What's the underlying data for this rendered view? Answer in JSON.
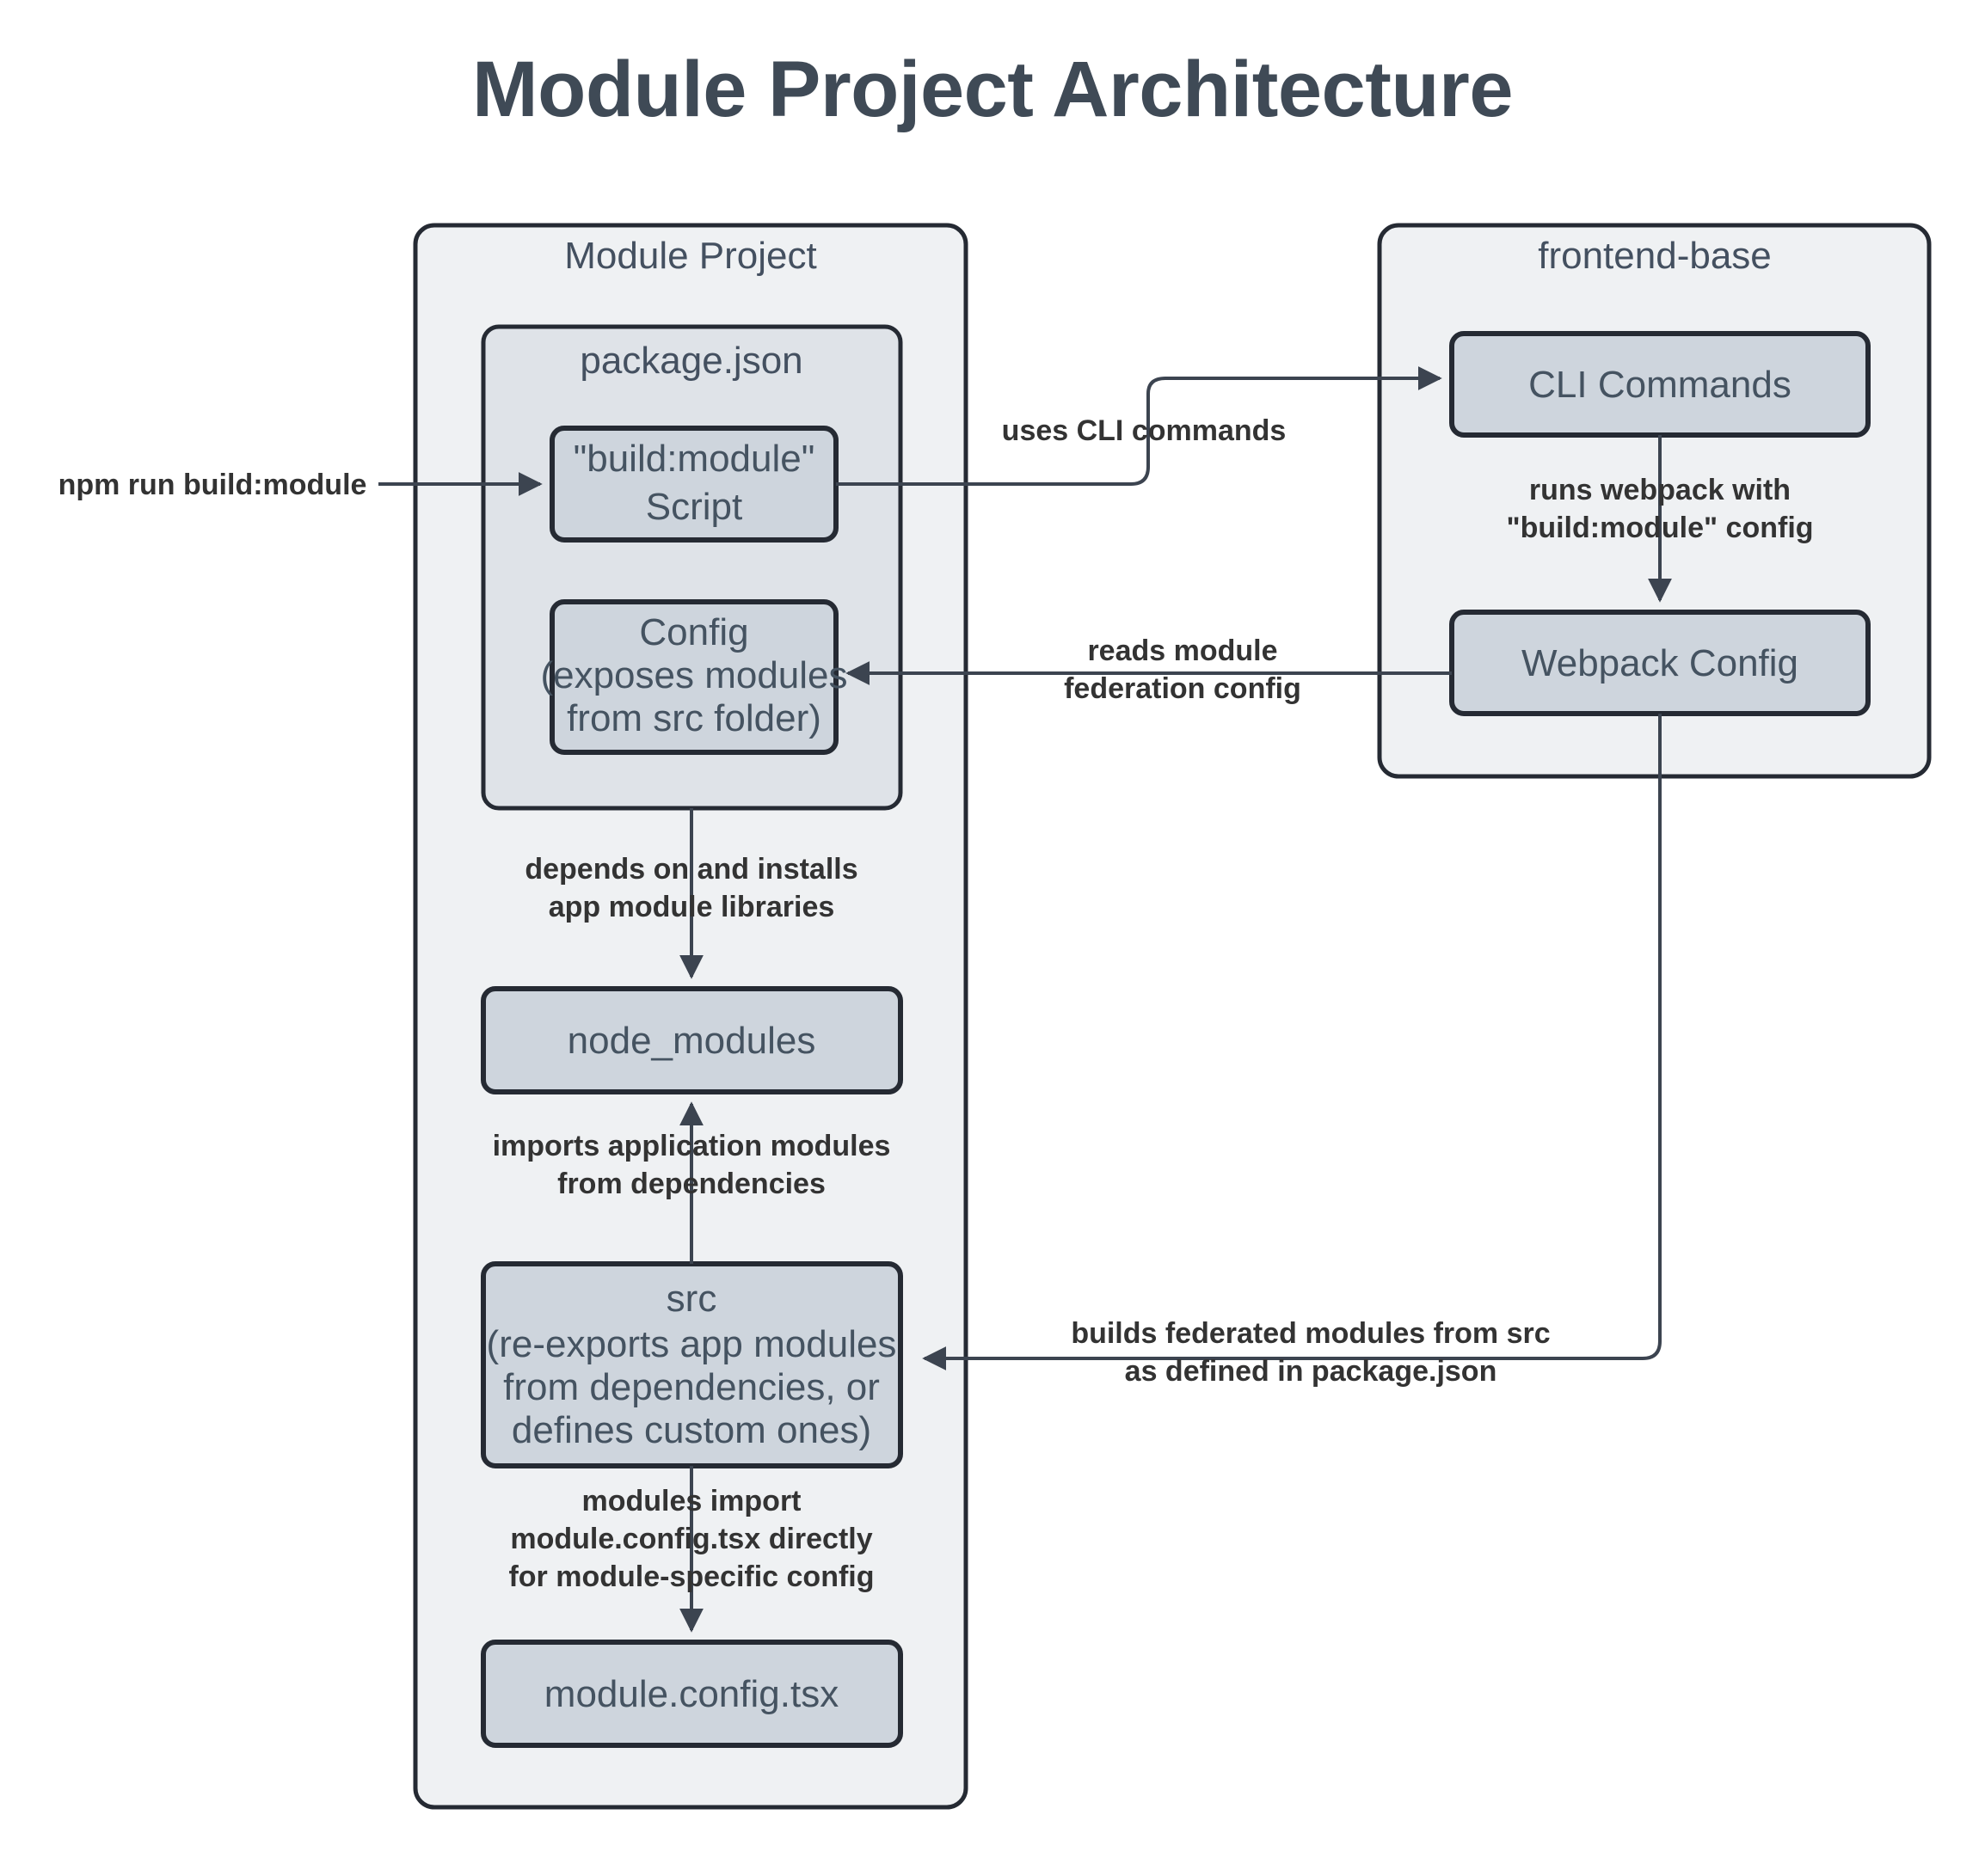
{
  "title": "Module Project Architecture",
  "clusters": [
    {
      "id": "module-project",
      "label": "Module Project"
    },
    {
      "id": "frontend-base",
      "label": "frontend-base"
    },
    {
      "id": "package-json",
      "label": "package.json"
    }
  ],
  "nodes": [
    {
      "id": "build-module-script",
      "lines": [
        "\"build:module\"",
        "Script"
      ]
    },
    {
      "id": "config",
      "lines": [
        "Config",
        "(exposes modules",
        "from src folder)"
      ]
    },
    {
      "id": "node-modules",
      "lines": [
        "node_modules"
      ]
    },
    {
      "id": "src",
      "lines": [
        "src",
        "(re-exports app modules",
        "from dependencies, or",
        "defines custom ones)"
      ]
    },
    {
      "id": "module-config-tsx",
      "lines": [
        "module.config.tsx"
      ]
    },
    {
      "id": "cli-commands",
      "lines": [
        "CLI Commands"
      ]
    },
    {
      "id": "webpack-config",
      "lines": [
        "Webpack Config"
      ]
    }
  ],
  "edges": [
    {
      "id": "npm-run",
      "lines": [
        "npm run build:module"
      ]
    },
    {
      "id": "uses-cli",
      "lines": [
        "uses CLI commands"
      ]
    },
    {
      "id": "runs-webpack",
      "lines": [
        "runs webpack with",
        "\"build:module\" config"
      ]
    },
    {
      "id": "reads-federation",
      "lines": [
        "reads module",
        "federation config"
      ]
    },
    {
      "id": "depends-installs",
      "lines": [
        "depends on and installs",
        "app module libraries"
      ]
    },
    {
      "id": "imports-app-modules",
      "lines": [
        "imports application modules",
        "from dependencies"
      ]
    },
    {
      "id": "builds-federated",
      "lines": [
        "builds federated modules from src",
        "as defined in package.json"
      ]
    },
    {
      "id": "modules-import",
      "lines": [
        "modules import",
        "module.config.tsx directly",
        "for module-specific config"
      ]
    }
  ],
  "colors": {
    "cluster_fill": "#eff1f3",
    "subcluster_fill": "#dfe3e8",
    "node_fill": "#ced5dd",
    "border": "#252a33",
    "node_text": "#455361",
    "title_text": "#3f4a56",
    "edge_label_text": "#333333",
    "edge_stroke": "#3c4450",
    "background": "#ffffff"
  }
}
